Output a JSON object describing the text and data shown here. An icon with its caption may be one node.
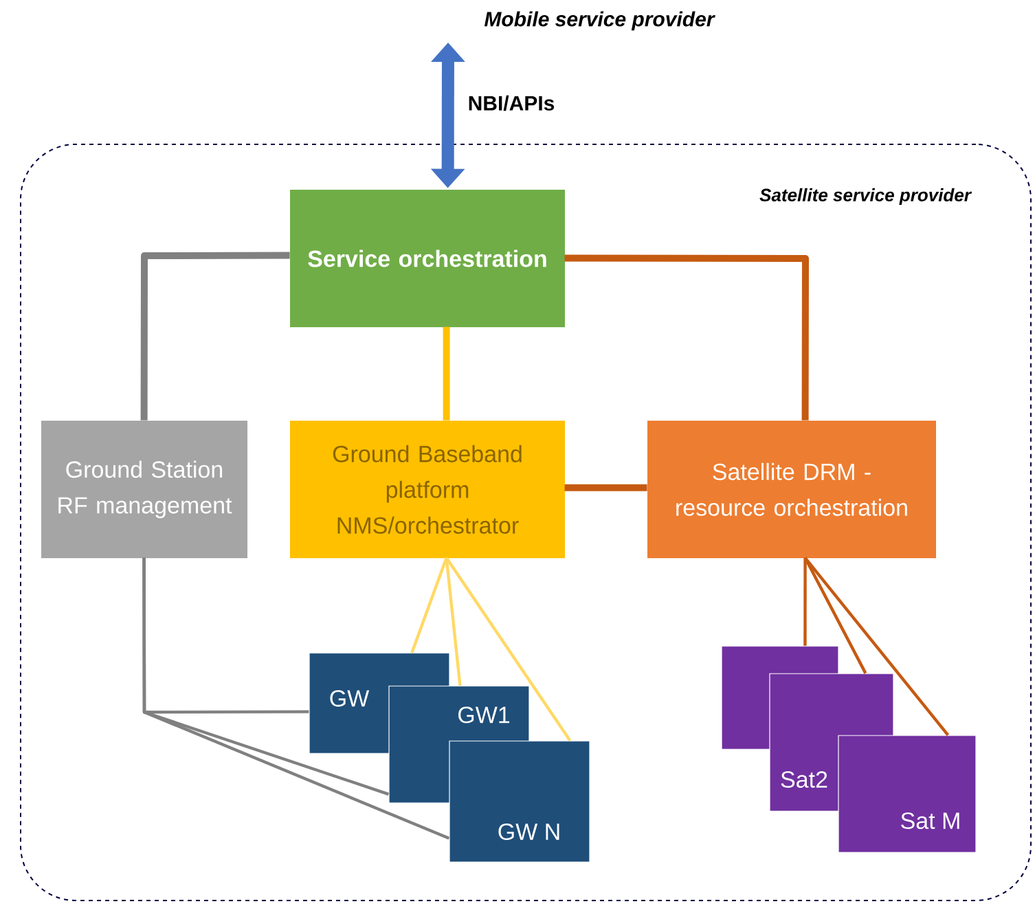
{
  "diagram": {
    "nodes": [
      {
        "text": [
          "Satellite service provider"
        ]
      },
      {
        "text": [
          "Mobile service provider"
        ]
      },
      {
        "text": [
          "Service orchestration"
        ],
        "in": 0
      },
      {
        "text": [
          "Ground Station RF management"
        ],
        "in": 0
      },
      {
        "text": [
          "Ground Baseband platform NMS/orchestrator"
        ],
        "in": 0
      },
      {
        "text": [
          "Satellite DRM - resource orchestration"
        ],
        "in": 0
      },
      {
        "text": [
          "GW"
        ],
        "in": 0
      },
      {
        "text": [
          "GW1"
        ],
        "in": 0
      },
      {
        "text": [
          "GW N"
        ],
        "in": 0
      },
      {
        "text": [],
        "shape": "box",
        "in": 0
      },
      {
        "text": [
          "Sat2"
        ],
        "in": 0
      },
      {
        "text": [
          "Sat M"
        ],
        "in": 0
      }
    ],
    "edges": [
      {
        "from": 1,
        "to": 2,
        "arrow": "both",
        "label": "NBI/APIs",
        "style": "thick",
        "color": "#4472c4"
      },
      {
        "from": 2,
        "to": 3,
        "arrow": "none",
        "style": "thick",
        "color": "#808080"
      },
      {
        "from": 2,
        "to": 4,
        "arrow": "none",
        "style": "thick",
        "color": "#ffc000"
      },
      {
        "from": 2,
        "to": 5,
        "arrow": "none",
        "style": "thick",
        "color": "#c55a11"
      },
      {
        "from": 4,
        "to": 5,
        "arrow": "none",
        "style": "thick",
        "color": "#c55a11"
      },
      {
        "from": 3,
        "to": 6,
        "arrow": "none",
        "color": "#808080"
      },
      {
        "from": 3,
        "to": 7,
        "arrow": "none",
        "color": "#808080"
      },
      {
        "from": 3,
        "to": 8,
        "arrow": "none",
        "color": "#808080"
      },
      {
        "from": 4,
        "to": 6,
        "arrow": "none",
        "color": "#ffd966"
      },
      {
        "from": 4,
        "to": 7,
        "arrow": "none",
        "color": "#ffd966"
      },
      {
        "from": 4,
        "to": 8,
        "arrow": "none",
        "color": "#ffd966"
      },
      {
        "from": 5,
        "to": 9,
        "arrow": "none",
        "color": "#c55a11"
      },
      {
        "from": 5,
        "to": 10,
        "arrow": "none",
        "color": "#c55a11"
      },
      {
        "from": 5,
        "to": 11,
        "arrow": "none",
        "color": "#c55a11"
      }
    ]
  }
}
